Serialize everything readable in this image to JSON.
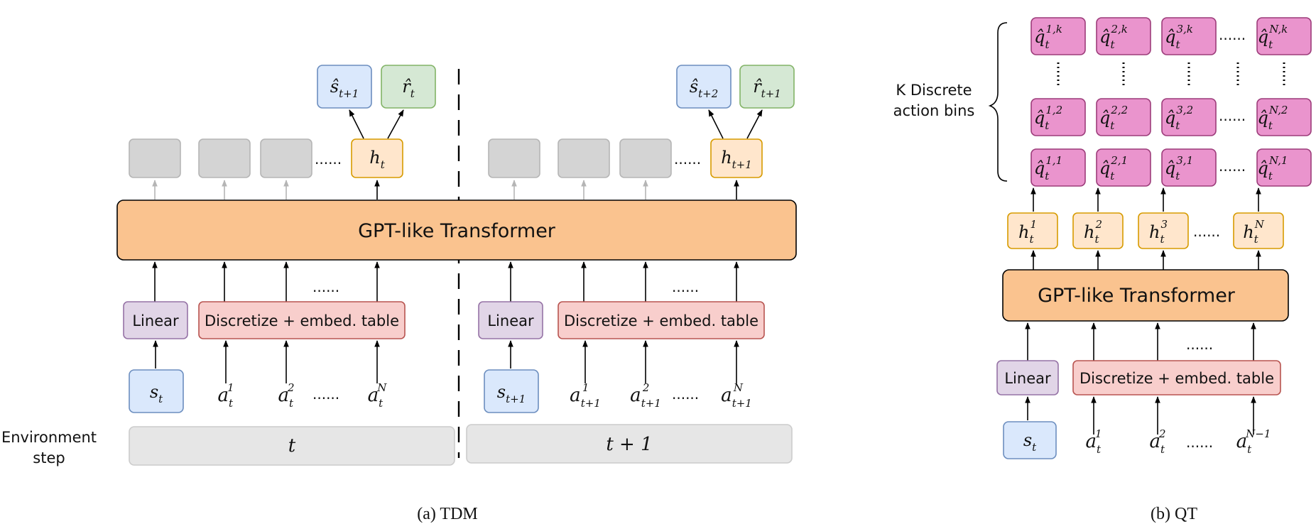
{
  "colors": {
    "state_fill": "#dae8fc",
    "state_stroke": "#6c8ebf",
    "reward_fill": "#d5e8d4",
    "reward_stroke": "#82b366",
    "hidden_fill": "#ffe6cc",
    "hidden_stroke": "#d79b00",
    "gray_fill": "#d4d4d4",
    "gray_stroke": "#b5b5b5",
    "transformer_fill": "#fac38f",
    "transformer_stroke": "#000000",
    "linear_fill": "#e1d5e7",
    "linear_stroke": "#9673a6",
    "embed_fill": "#f8cecc",
    "embed_stroke": "#b85450",
    "qbin_fill": "#ea94cd",
    "qbin_stroke": "#9c3c7a",
    "env_fill": "#e6e6e6",
    "env_stroke": "#cccccc"
  },
  "tdm": {
    "caption": "(a) TDM",
    "transformer_label": "GPT-like Transformer",
    "linear_label": "Linear",
    "embed_label": "Discretize + embed. table",
    "dots": "......",
    "env_label_line1": "Environment",
    "env_label_line2": "step",
    "steps": [
      {
        "s": "s",
        "s_sub": "t",
        "a1": "a",
        "a1_sup": "1",
        "a1_sub": "t",
        "a2": "a",
        "a2_sup": "2",
        "a2_sub": "t",
        "aN": "a",
        "aN_sup": "N",
        "aN_sub": "t",
        "h": "h",
        "h_sub": "t",
        "s_out": "ŝ",
        "s_out_sub": "t+1",
        "r_out": "r̂",
        "r_out_sub": "t",
        "env": "t"
      },
      {
        "s": "s",
        "s_sub": "t+1",
        "a1": "a",
        "a1_sup": "1",
        "a1_sub": "t+1",
        "a2": "a",
        "a2_sup": "2",
        "a2_sub": "t+1",
        "aN": "a",
        "aN_sup": "N",
        "aN_sub": "t+1",
        "h": "h",
        "h_sub": "t+1",
        "s_out": "ŝ",
        "s_out_sub": "t+2",
        "r_out": "r̂",
        "r_out_sub": "t+1",
        "env": "t + 1"
      }
    ]
  },
  "qt": {
    "caption": "(b) QT",
    "transformer_label": "GPT-like Transformer",
    "linear_label": "Linear",
    "embed_label": "Discretize + embed. table",
    "dots": "......",
    "bins_label_line1": "K Discrete",
    "bins_label_line2": "action bins",
    "s": "s",
    "s_sub": "t",
    "inputs": [
      {
        "a": "a",
        "sup": "1",
        "sub": "t"
      },
      {
        "a": "a",
        "sup": "2",
        "sub": "t"
      },
      {
        "a": "a",
        "sup": "N−1",
        "sub": "t"
      }
    ],
    "hidden": [
      {
        "h": "h",
        "sup": "1",
        "sub": "t"
      },
      {
        "h": "h",
        "sup": "2",
        "sub": "t"
      },
      {
        "h": "h",
        "sup": "3",
        "sub": "t"
      },
      {
        "h": "h",
        "sup": "N",
        "sub": "t"
      }
    ],
    "q_symbol": "q̂",
    "q_sub": "t",
    "q_rows": [
      [
        "1,1",
        "2,1",
        "3,1",
        "N,1"
      ],
      [
        "1,2",
        "2,2",
        "3,2",
        "N,2"
      ],
      [
        "1,k",
        "2,k",
        "3,k",
        "N,k"
      ]
    ]
  }
}
